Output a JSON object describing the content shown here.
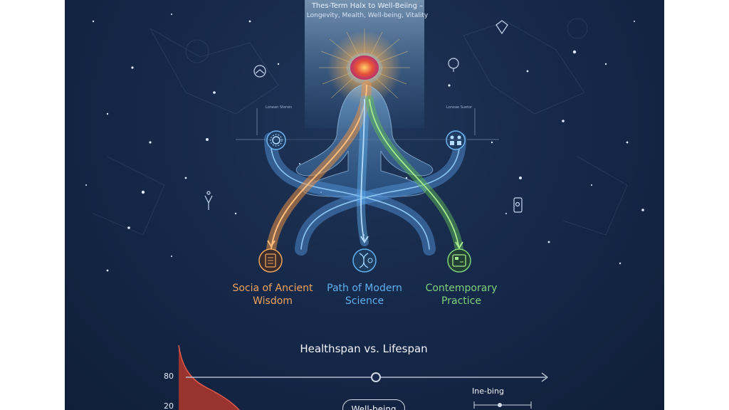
{
  "header": {
    "title": "Thes-Term Halx to Well-Beiing –",
    "subtitle": "Longevity, Mealth, Well-being, Vitality"
  },
  "paths": [
    {
      "label": "Socia of Ancient Wisdom",
      "color": "#f0a35a"
    },
    {
      "label": "Path of Modern Science",
      "color": "#5fb0ee"
    },
    {
      "label": "Contemporary Practice",
      "color": "#7fd27a"
    }
  ],
  "side_notes": {
    "left_top": "Lonean Sterwn",
    "right_top": "Lonoae Suetor"
  },
  "chart": {
    "title": "Healthspan vs. Lifespan",
    "y_ticks": [
      "80",
      "20"
    ],
    "tags": {
      "wellbeing": "Well-being",
      "inebing": "Ine-bing"
    }
  },
  "colors": {
    "background": "#16294a",
    "ancient": "#f0a35a",
    "science": "#5fb0ee",
    "practice": "#7fd27a",
    "curve": "#c0392b"
  }
}
